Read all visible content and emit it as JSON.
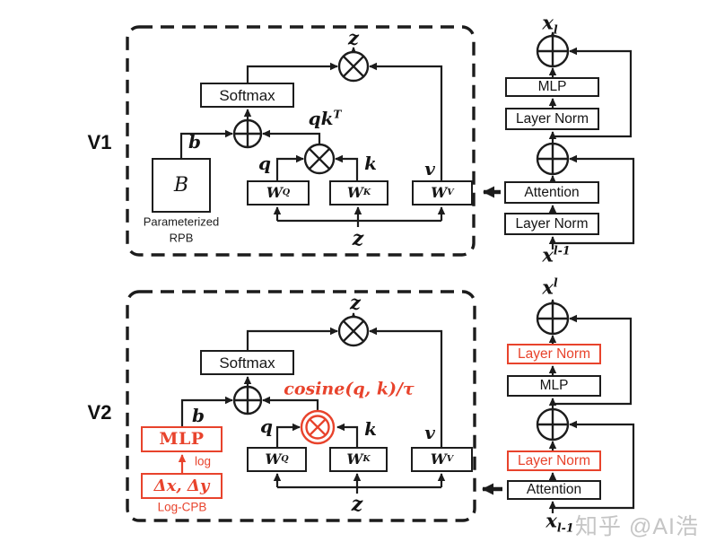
{
  "colors": {
    "accent_red": "#e8432c",
    "line_black": "#1c1c1c",
    "watermark_gray": "#c5c5c5"
  },
  "v1": {
    "label": "V1",
    "output_var": "z",
    "softmax": "Softmax",
    "qkt": {
      "base": "qk",
      "sup": "T"
    },
    "b": "b",
    "q": "q",
    "k": "k",
    "v": "v",
    "bias_matrix": "B",
    "caption_line1": "Parameterized",
    "caption_line2": "RPB",
    "wq": {
      "base": "W",
      "sup": "Q"
    },
    "wk": {
      "base": "W",
      "sup": "K"
    },
    "wv": {
      "base": "W",
      "sup": "V"
    },
    "input_var": "z"
  },
  "v2": {
    "label": "V2",
    "output_var": "z",
    "softmax": "Softmax",
    "cosine": "cosine(q, k)/τ",
    "b": "b",
    "q": "q",
    "k": "k",
    "v": "v",
    "mlp": "MLP",
    "log": "log",
    "delta": "Δx, Δy",
    "caption": "Log-CPB",
    "wq": {
      "base": "W",
      "sup": "Q"
    },
    "wk": {
      "base": "W",
      "sup": "K"
    },
    "wv": {
      "base": "W",
      "sup": "V"
    },
    "input_var": "z"
  },
  "block_v1": {
    "output": {
      "base": "x",
      "sub": "l"
    },
    "mlp": "MLP",
    "layer_norm_top": "Layer Norm",
    "attention": "Attention",
    "layer_norm_bottom": "Layer Norm",
    "input": {
      "base": "x",
      "sup": "l-1"
    }
  },
  "block_v2": {
    "output": {
      "base": "x",
      "sup": "l"
    },
    "layer_norm_top": "Layer Norm",
    "mlp": "MLP",
    "layer_norm_bottom": "Layer Norm",
    "attention": "Attention",
    "input": {
      "base": "x",
      "sub": "l-1"
    }
  },
  "watermark": "知乎 @AI浩"
}
